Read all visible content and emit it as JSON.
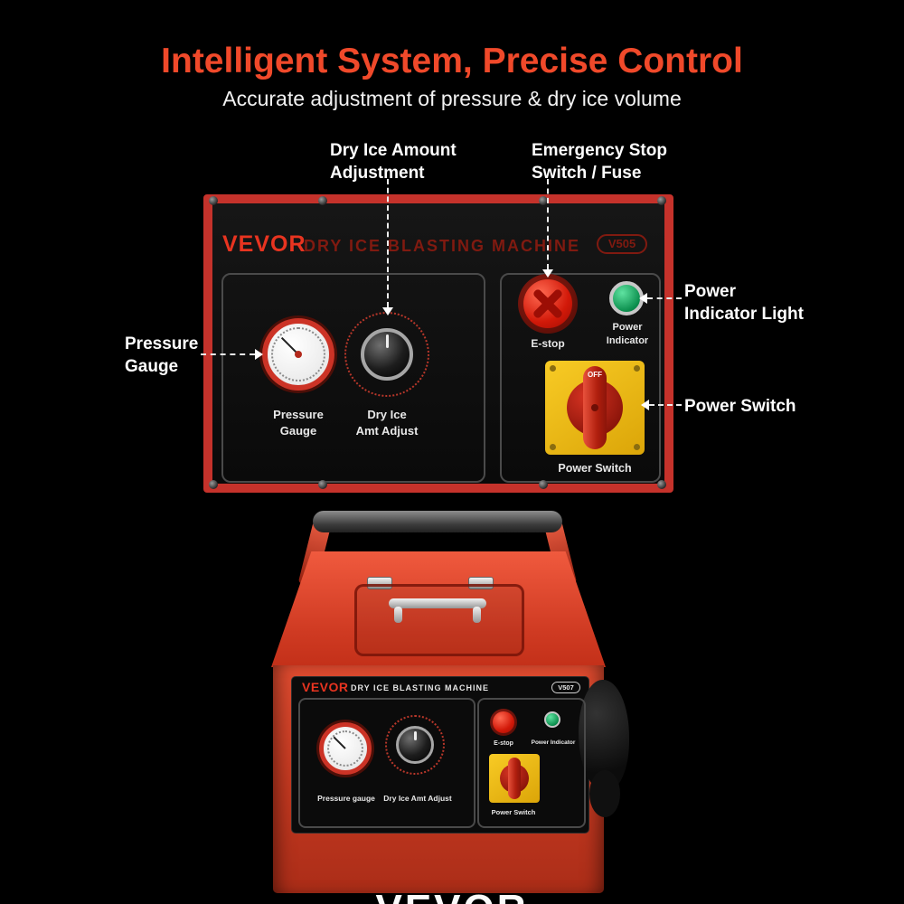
{
  "header": {
    "title": "Intelligent System, Precise Control",
    "subtitle": "Accurate adjustment of pressure & dry ice volume"
  },
  "callouts": {
    "dry_ice": "Dry Ice Amount\nAdjustment",
    "emergency": "Emergency Stop\nSwitch / Fuse",
    "pressure": "Pressure\nGauge",
    "power_indicator": "Power\nIndicator Light",
    "power_switch": "Power Switch"
  },
  "closeup": {
    "brand": "VEVOR",
    "product": "DRY ICE BLASTING MACHINE",
    "model": "V505",
    "labels": {
      "pressure_gauge": "Pressure\nGauge",
      "dry_ice": "Dry Ice\nAmt Adjust",
      "estop": "E-stop",
      "power_indicator": "Power\nIndicator",
      "power_switch": "Power Switch",
      "switch_off": "OFF"
    }
  },
  "machine": {
    "brand": "VEVOR",
    "product": "DRY ICE BLASTING MACHINE",
    "model": "V507",
    "labels": {
      "pressure_gauge": "Pressure gauge",
      "dry_ice": "Dry Ice Amt Adjust",
      "estop": "E-stop",
      "power_indicator": "Power Indicator",
      "power_switch": "Power Switch"
    }
  },
  "footer": {
    "brand_partial": "VEVOR"
  },
  "colors": {
    "title_accent": "#f0492a",
    "panel_red": "#c5322b",
    "estop_red": "#d21909",
    "indicator_green": "#0c8f4e",
    "switch_yellow": "#f2c41d",
    "background": "#000000"
  }
}
